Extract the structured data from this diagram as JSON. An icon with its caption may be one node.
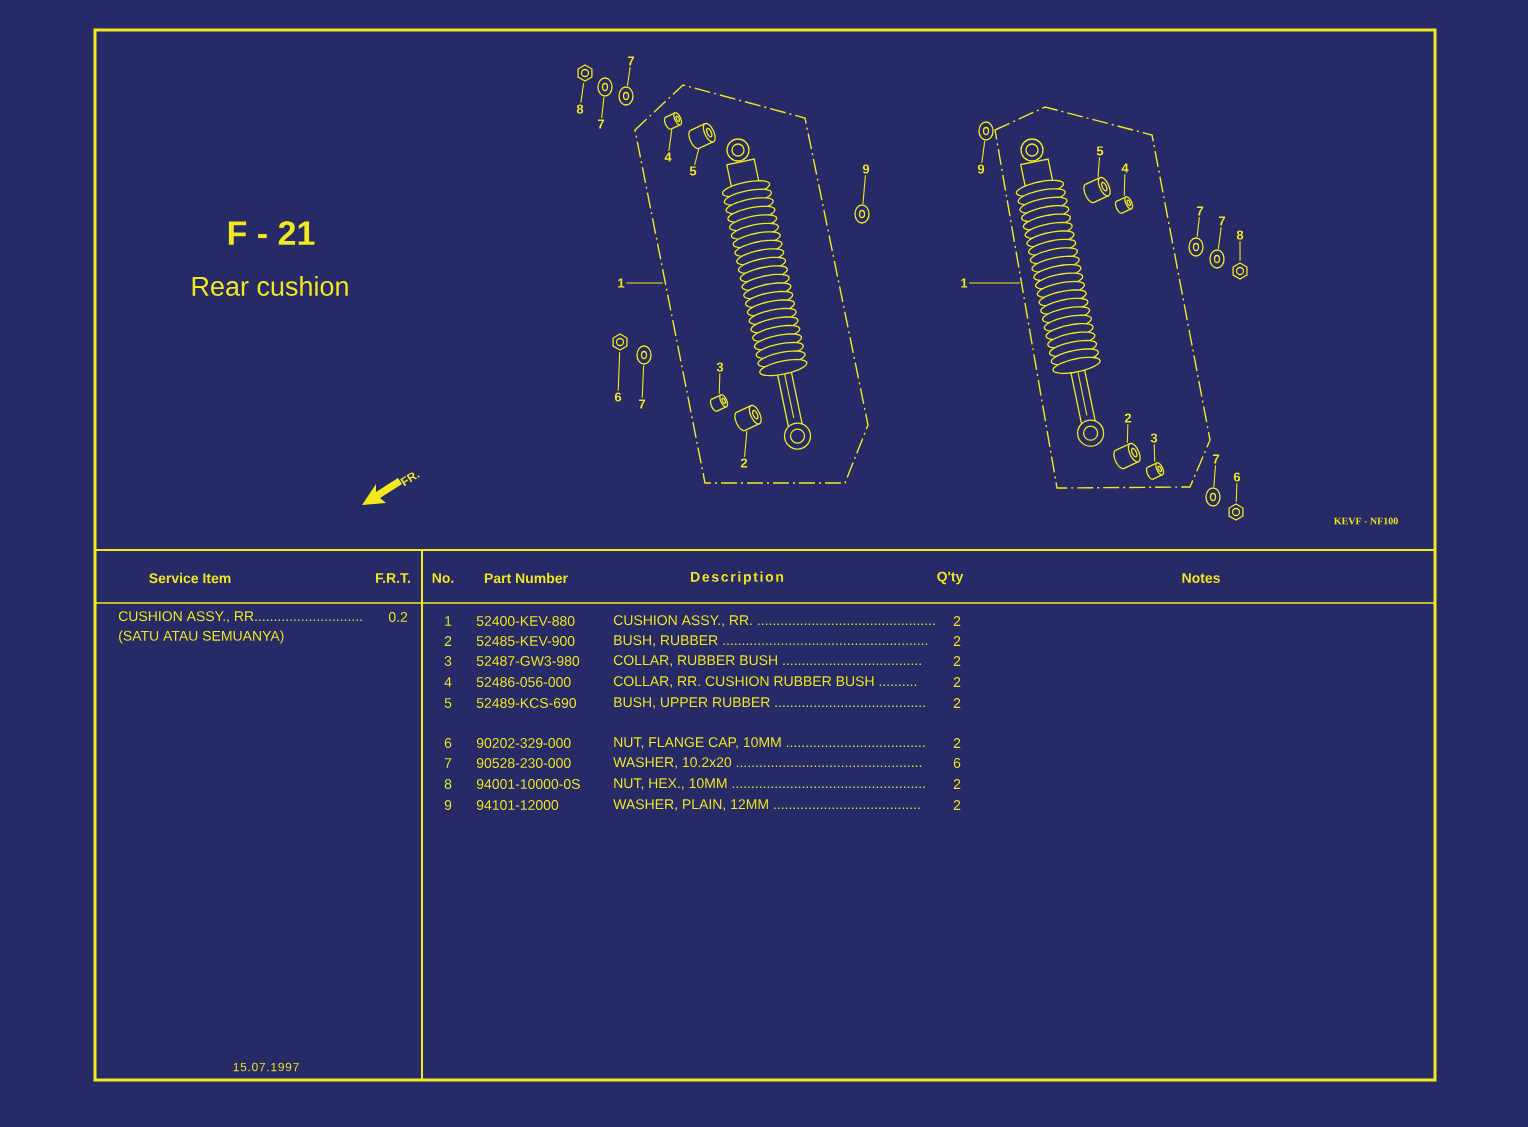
{
  "diagram": {
    "title": "F - 21",
    "nodes": [
      {
        "text": [
          "7"
        ]
      },
      {
        "text": [],
        "shape": "picture"
      },
      {
        "text": [
          "8"
        ]
      },
      {
        "text": [],
        "shape": "picture"
      },
      {
        "text": [
          "7"
        ]
      },
      {
        "text": [],
        "shape": "picture"
      },
      {
        "text": [
          "4"
        ],
        "in": 13
      },
      {
        "text": [],
        "shape": "picture",
        "in": 13
      },
      {
        "text": [
          "5"
        ],
        "in": 13
      },
      {
        "text": [],
        "shape": "picture",
        "in": 13
      },
      {
        "text": [
          "9"
        ]
      },
      {
        "text": [],
        "shape": "picture"
      },
      {
        "text": [
          "1"
        ]
      },
      {
        "text": [],
        "shape": "box"
      },
      {
        "text": [
          "3"
        ],
        "in": 13
      },
      {
        "text": [],
        "shape": "picture",
        "in": 13
      },
      {
        "text": [
          "6"
        ]
      },
      {
        "text": [],
        "shape": "picture"
      },
      {
        "text": [
          "7"
        ]
      },
      {
        "text": [],
        "shape": "picture"
      },
      {
        "text": [
          "2"
        ],
        "in": 13
      },
      {
        "text": [],
        "shape": "picture",
        "in": 13
      },
      {
        "text": [
          "9"
        ]
      },
      {
        "text": [],
        "shape": "picture"
      },
      {
        "text": [
          "5"
        ],
        "in": 35
      },
      {
        "text": [],
        "shape": "picture",
        "in": 35
      },
      {
        "text": [
          "4"
        ],
        "in": 35
      },
      {
        "text": [],
        "shape": "picture",
        "in": 35
      },
      {
        "text": [
          "7"
        ]
      },
      {
        "text": [],
        "shape": "picture"
      },
      {
        "text": [
          "7"
        ]
      },
      {
        "text": [],
        "shape": "picture"
      },
      {
        "text": [
          "8"
        ]
      },
      {
        "text": [],
        "shape": "picture"
      },
      {
        "text": [
          "1"
        ]
      },
      {
        "text": [],
        "shape": "box"
      },
      {
        "text": [
          "2"
        ],
        "in": 35
      },
      {
        "text": [],
        "shape": "picture",
        "in": 35
      },
      {
        "text": [
          "3"
        ],
        "in": 35
      },
      {
        "text": [],
        "shape": "picture",
        "in": 35
      },
      {
        "text": [
          "7"
        ]
      },
      {
        "text": [],
        "shape": "picture"
      },
      {
        "text": [
          "6"
        ]
      },
      {
        "text": [],
        "shape": "picture"
      }
    ],
    "edges": [
      {
        "from": 0,
        "to": 1,
        "arrow": "none"
      },
      {
        "from": 2,
        "to": 3,
        "arrow": "none"
      },
      {
        "from": 4,
        "to": 5,
        "arrow": "none"
      },
      {
        "from": 6,
        "to": 7,
        "arrow": "none"
      },
      {
        "from": 8,
        "to": 9,
        "arrow": "none"
      },
      {
        "from": 10,
        "to": 11,
        "arrow": "none"
      },
      {
        "from": 12,
        "to": 13,
        "arrow": "none"
      },
      {
        "from": 14,
        "to": 15,
        "arrow": "none"
      },
      {
        "from": 16,
        "to": 17,
        "arrow": "none"
      },
      {
        "from": 18,
        "to": 19,
        "arrow": "none"
      },
      {
        "from": 20,
        "to": 21,
        "arrow": "none"
      },
      {
        "from": 22,
        "to": 23,
        "arrow": "none"
      },
      {
        "from": 24,
        "to": 25,
        "arrow": "none"
      },
      {
        "from": 26,
        "to": 27,
        "arrow": "none"
      },
      {
        "from": 28,
        "to": 29,
        "arrow": "none"
      },
      {
        "from": 30,
        "to": 31,
        "arrow": "none"
      },
      {
        "from": 32,
        "to": 33,
        "arrow": "none"
      },
      {
        "from": 34,
        "to": 35,
        "arrow": "none"
      },
      {
        "from": 36,
        "to": 37,
        "arrow": "none"
      },
      {
        "from": 38,
        "to": 39,
        "arrow": "none"
      },
      {
        "from": 40,
        "to": 41,
        "arrow": "none"
      },
      {
        "from": 42,
        "to": 43,
        "arrow": "none"
      }
    ],
    "labels": [
      "Rear cushion",
      "FR.",
      "KEVF - NF100",
      "Service Item",
      "F.R.T.",
      "No.",
      "Part Number",
      "Description",
      "Q'ty",
      "Notes",
      "CUSHION ASSY., RR............................",
      "0.2",
      "(SATU ATAU SEMUANYA)",
      "1",
      "52400-KEV-880",
      "CUSHION ASSY., RR. ..............................................",
      "2",
      "2",
      "52485-KEV-900",
      "BUSH, RUBBER .....................................................",
      "2",
      "3",
      "52487-GW3-980",
      "COLLAR, RUBBER BUSH ....................................",
      "2",
      "4",
      "52486-056-000",
      "COLLAR, RR. CUSHION RUBBER BUSH ..........",
      "2",
      "5",
      "52489-KCS-690",
      "BUSH, UPPER RUBBER .......................................",
      "2",
      "6",
      "90202-329-000",
      "NUT, FLANGE CAP, 10MM ....................................",
      "2",
      "7",
      "90528-230-000",
      "WASHER, 10.2x20 ................................................",
      "6",
      "8",
      "94001-10000-0S",
      "NUT, HEX., 10MM ..................................................",
      "2",
      "9",
      "94101-12000",
      "WASHER, PLAIN, 12MM ......................................",
      "2",
      "15.07.1997"
    ]
  }
}
